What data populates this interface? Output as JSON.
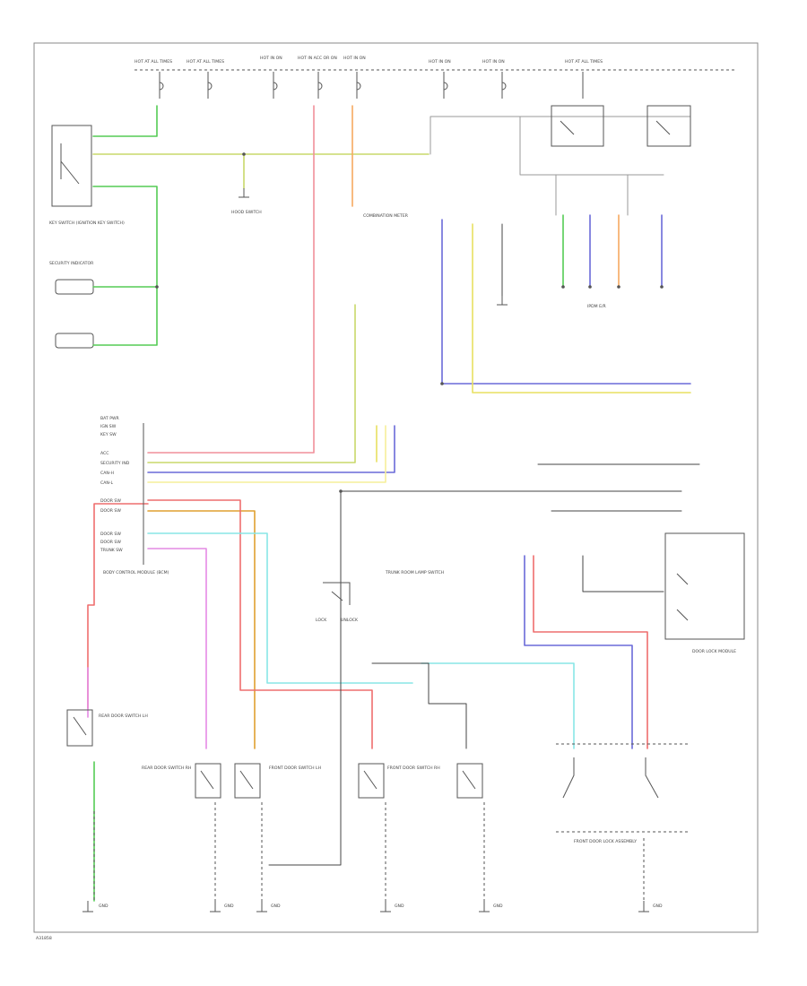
{
  "diagram": {
    "footer_code": "A31858",
    "wire_colors": {
      "green": "#55cc55",
      "yellow": "#e8e060",
      "yellow_green": "#c8d86a",
      "pale_yellow": "#f6ef9a",
      "pink": "#f08f9a",
      "red": "#ee6e6e",
      "orange": "#f6a860",
      "blue": "#6a6ad8",
      "cyan": "#88e6e6",
      "magenta": "#e48ae4",
      "black": "#444444",
      "gray": "#9a9a9a"
    },
    "labels": [
      {
        "id": "fuse-top-1",
        "text": "HOT AT ALL TIMES"
      },
      {
        "id": "fuse-top-2",
        "text": "HOT AT ALL TIMES"
      },
      {
        "id": "fuse-top-3",
        "text": "HOT IN ON"
      },
      {
        "id": "fuse-top-4",
        "text": "HOT IN ACC OR ON"
      },
      {
        "id": "fuse-top-5",
        "text": "HOT IN ON"
      },
      {
        "id": "fuse-top-6",
        "text": "HOT IN ON"
      },
      {
        "id": "fuse-top-7",
        "text": "HOT IN ON"
      },
      {
        "id": "fuse-top-8",
        "text": "HOT AT ALL TIMES"
      },
      {
        "id": "key-switch",
        "text": "KEY SWITCH (IGNITION KEY SWITCH)"
      },
      {
        "id": "security-ind",
        "text": "SECURITY INDICATOR"
      },
      {
        "id": "hood-switch",
        "text": "HOOD SWITCH"
      },
      {
        "id": "combination-meter",
        "text": "COMBINATION METER"
      },
      {
        "id": "ipdm",
        "text": "IPDM E/R"
      },
      {
        "id": "door-lock-module",
        "text": "DOOR LOCK MODULE"
      },
      {
        "id": "bcm",
        "text": "BODY CONTROL MODULE (BCM)"
      },
      {
        "id": "front-door-lock-assembly",
        "text": "FRONT DOOR LOCK ASSEMBLY"
      },
      {
        "id": "rear-door-switch-lh",
        "text": "REAR DOOR SWITCH LH"
      },
      {
        "id": "rear-door-switch-rh",
        "text": "REAR DOOR SWITCH RH"
      },
      {
        "id": "front-door-switch-lh",
        "text": "FRONT DOOR SWITCH LH"
      },
      {
        "id": "front-door-switch-rh",
        "text": "FRONT DOOR SWITCH RH"
      },
      {
        "id": "trunk-switch",
        "text": "TRUNK ROOM LAMP SWITCH"
      },
      {
        "id": "ground-1",
        "text": "GND"
      },
      {
        "id": "ground-2",
        "text": "GND"
      },
      {
        "id": "ground-3",
        "text": "GND"
      },
      {
        "id": "ground-4",
        "text": "GND"
      },
      {
        "id": "ground-5",
        "text": "GND"
      },
      {
        "id": "ground-6",
        "text": "GND"
      },
      {
        "id": "lock",
        "text": "LOCK"
      },
      {
        "id": "unlock",
        "text": "UNLOCK"
      },
      {
        "id": "bcm-pin-1",
        "text": "BAT PWR"
      },
      {
        "id": "bcm-pin-2",
        "text": "IGN SW"
      },
      {
        "id": "bcm-pin-3",
        "text": "KEY SW"
      },
      {
        "id": "bcm-pin-4",
        "text": "ACC"
      },
      {
        "id": "bcm-pin-5",
        "text": "SECURITY IND"
      },
      {
        "id": "bcm-pin-6",
        "text": "CAN-H"
      },
      {
        "id": "bcm-pin-7",
        "text": "CAN-L"
      },
      {
        "id": "bcm-pin-8",
        "text": "DOOR SW"
      },
      {
        "id": "bcm-pin-9",
        "text": "DOOR SW"
      },
      {
        "id": "bcm-pin-10",
        "text": "DOOR SW"
      },
      {
        "id": "bcm-pin-11",
        "text": "DOOR SW"
      },
      {
        "id": "bcm-pin-12",
        "text": "TRUNK SW"
      }
    ]
  }
}
